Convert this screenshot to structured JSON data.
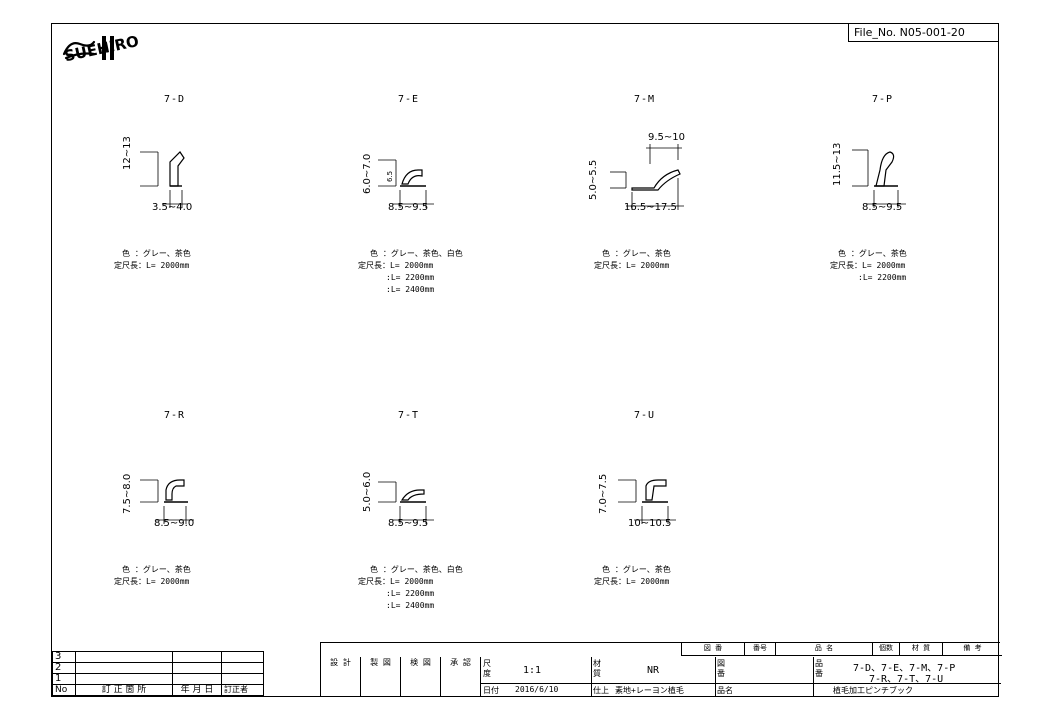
{
  "file_no": "File_No. N05-001-20",
  "logo_text": "SUEHIRO",
  "parts": [
    {
      "code": "7-D",
      "height_dim": "12~13",
      "width_dim": "3.5~4.0",
      "inner_dim": "",
      "color_label": "色 ：グレー、茶色",
      "length_label": "定尺長：L= 2000mm",
      "extra_lengths": []
    },
    {
      "code": "7-E",
      "height_dim": "6.0~7.0",
      "width_dim": "8.5~9.5",
      "inner_dim": "6.5",
      "color_label": "色 ：グレー、茶色、白色",
      "length_label": "定尺長：L= 2000mm",
      "extra_lengths": [
        ":L= 2200mm",
        ":L= 2400mm"
      ]
    },
    {
      "code": "7-M",
      "height_dim": "5.0~5.5",
      "width_dim": "16.5~17.5",
      "inner_dim": "9.5~10",
      "color_label": "色 ：グレー、茶色",
      "length_label": "定尺長：L= 2000mm",
      "extra_lengths": []
    },
    {
      "code": "7-P",
      "height_dim": "11.5~13",
      "width_dim": "8.5~9.5",
      "inner_dim": "",
      "color_label": "色 ：グレー、茶色",
      "length_label": "定尺長：L= 2000mm",
      "extra_lengths": [
        ":L= 2200mm"
      ]
    },
    {
      "code": "7-R",
      "height_dim": "7.5~8.0",
      "width_dim": "8.5~9.0",
      "inner_dim": "",
      "color_label": "色 ：グレー、茶色",
      "length_label": "定尺長：L= 2000mm",
      "extra_lengths": []
    },
    {
      "code": "7-T",
      "height_dim": "5.0~6.0",
      "width_dim": "8.5~9.5",
      "inner_dim": "",
      "color_label": "色 ：グレー、茶色、白色",
      "length_label": "定尺長：L= 2000mm",
      "extra_lengths": [
        ":L= 2200mm",
        ":L= 2400mm"
      ]
    },
    {
      "code": "7-U",
      "height_dim": "7.0~7.5",
      "width_dim": "10~10.5",
      "inner_dim": "",
      "color_label": "色 ：グレー、茶色",
      "length_label": "定尺長：L= 2000mm",
      "extra_lengths": []
    }
  ],
  "revision": {
    "rows": [
      "3",
      "2",
      "1"
    ],
    "header": [
      "No",
      "訂 正 箇 所",
      "年 月 日",
      "訂正者"
    ]
  },
  "title_block": {
    "approval_labels": [
      "設 計",
      "製 図",
      "検 図",
      "承 認"
    ],
    "scale_label": "尺度",
    "scale_value": "1:1",
    "date_label": "日付",
    "date_value": "2016/6/10",
    "material_label": "材質",
    "material_value": "NR",
    "finish_label": "仕上",
    "finish_value": "素地+レーヨン植毛",
    "drawing_label": "図番",
    "part_name_label": "品名",
    "part_no_label": "品番",
    "part_no_value_1": "7-D、7-E、7-M、7-P",
    "part_no_value_2": "7-R、7-T、7-U",
    "part_name_value": "植毛加工ピンチブック",
    "header_cells": [
      "図 番",
      "番号",
      "品 名",
      "個数",
      "材 質",
      "備 考"
    ]
  }
}
